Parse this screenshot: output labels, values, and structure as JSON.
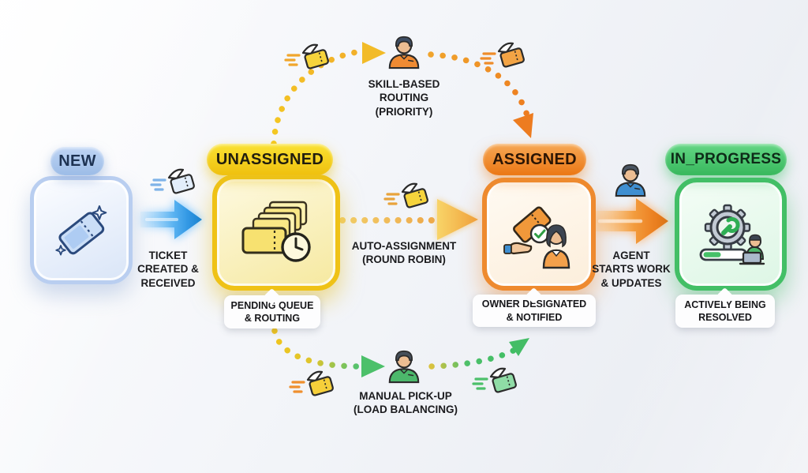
{
  "colors": {
    "background": "#eef1f6",
    "new_blue": "#1f8ce2",
    "unassigned_yellow": "#efc217",
    "assigned_orange": "#ee7d20",
    "in_progress_green": "#43bf66"
  },
  "states": [
    {
      "id": "new",
      "label": "NEW",
      "icon": "sparkling-ticket-icon",
      "badge_bg": "#a9c4ea",
      "badge_text_color": "#1d3252",
      "box_border": "#b9cef0"
    },
    {
      "id": "unassigned",
      "label": "UNASSIGNED",
      "tooltip": "PENDING QUEUE\n& ROUTING",
      "icon": "ticket-queue-clock-icon",
      "badge_bg": "#f5d01f",
      "badge_text_color": "#201d0e",
      "box_border": "#efc217"
    },
    {
      "id": "assigned",
      "label": "ASSIGNED",
      "tooltip": "OWNER DESIGNATED\n& NOTIFIED",
      "icon": "ticket-owner-check-icon",
      "badge_bg": "#f08e33",
      "badge_text_color": "#2b1504",
      "box_border": "#ee8a2f"
    },
    {
      "id": "in_progress",
      "label": "IN_PROGRESS",
      "tooltip": "ACTIVELY BEING\nRESOLVED",
      "icon": "gear-wrench-progress-icon",
      "badge_bg": "#4ecb72",
      "badge_text_color": "#0e2b18",
      "box_border": "#43bf66"
    }
  ],
  "transitions": [
    {
      "id": "ticket-created",
      "from": "NEW",
      "to": "UNASSIGNED",
      "label": "TICKET\nCREATED &\nRECEIVED",
      "style": "solid-arrow",
      "arrow_color": "#1f8ce2",
      "icon": "flying-ticket-icon"
    },
    {
      "id": "skill-based-routing",
      "from": "UNASSIGNED",
      "to": "ASSIGNED",
      "label": "SKILL-BASED\nROUTING\n(PRIORITY)",
      "style": "dotted-arc-top",
      "color_start": "#f2c51d",
      "color_end": "#ed7c20",
      "icons": [
        "flying-ticket-icon",
        "routing-agent-icon",
        "flying-ticket-icon"
      ]
    },
    {
      "id": "auto-assignment",
      "from": "UNASSIGNED",
      "to": "ASSIGNED",
      "label": "AUTO-ASSIGNMENT\n(ROUND ROBIN)",
      "style": "dotted-straight",
      "arrow_color": "#f0a23c",
      "icon": "flying-ticket-icon"
    },
    {
      "id": "manual-pickup",
      "from": "UNASSIGNED",
      "to": "ASSIGNED",
      "label": "MANUAL PICK-UP\n(LOAD BALANCING)",
      "style": "dotted-arc-bottom",
      "color_start": "#f2c51d",
      "color_end": "#4cc06a",
      "icons": [
        "flying-ticket-icon",
        "pickup-agent-icon",
        "flying-ticket-icon"
      ]
    },
    {
      "id": "agent-starts-work",
      "from": "ASSIGNED",
      "to": "IN_PROGRESS",
      "label": "AGENT\nSTARTS WORK\n& UPDATES",
      "style": "solid-arrow",
      "arrow_color": "#ee7a1c",
      "icon": "working-agent-icon"
    }
  ]
}
